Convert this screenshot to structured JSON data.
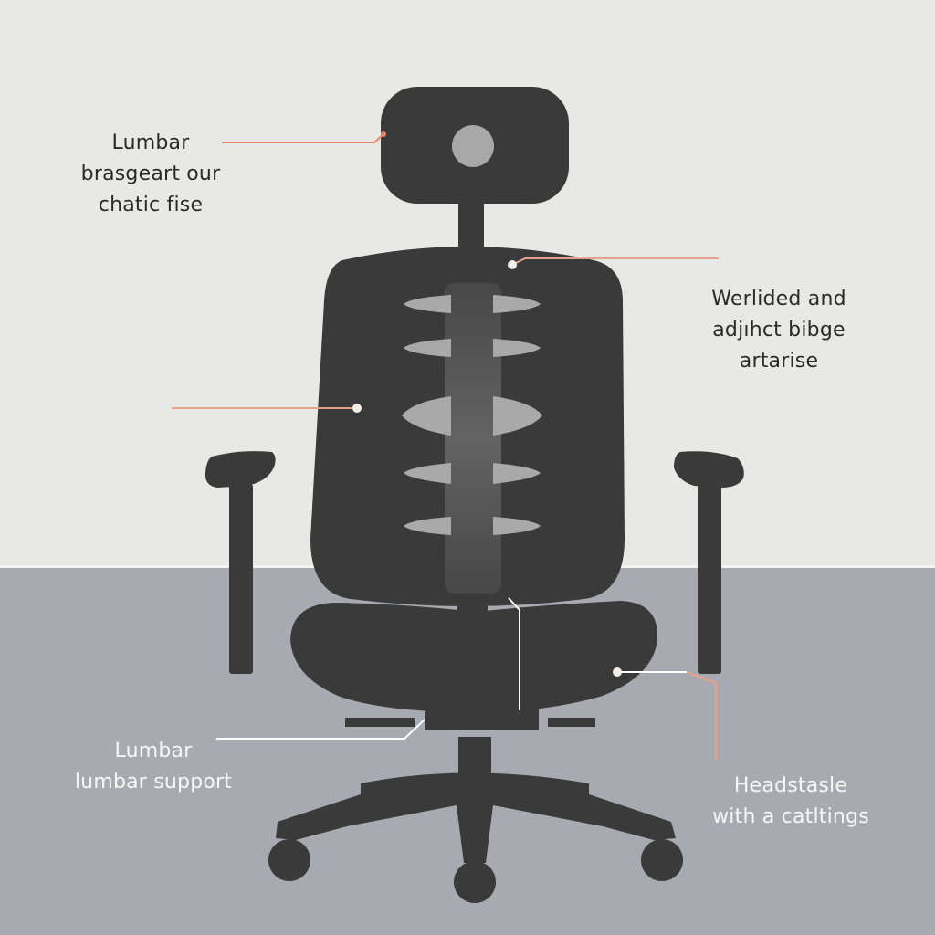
{
  "diagram": {
    "subject": "Ergonomic office chair with annotated callouts",
    "colors": {
      "wall": "#e8e8e7",
      "floor": "#a8aab2",
      "chair": "#3a3a3a",
      "lumbar_slats": "#a9a9a9",
      "headrest_dot": "#a8a8a8",
      "callout_accent": "#e8866a",
      "callout_white": "#ffffff"
    },
    "callouts": [
      {
        "id": "top-left",
        "lines": [
          "Lumbar",
          "brasgeart our",
          "chatic fise"
        ],
        "points_to": "headrest"
      },
      {
        "id": "right-upper",
        "lines": [
          "Werlided and",
          "adjıhct bibge",
          "artarise"
        ],
        "points_to": "backrest-top"
      },
      {
        "id": "left-middle",
        "lines": [],
        "points_to": "backrest-side"
      },
      {
        "id": "bottom-left",
        "lines": [
          "Lumbar",
          "lumbar support"
        ],
        "points_to": "seat-mechanism"
      },
      {
        "id": "bottom-right",
        "lines": [
          "Headstasle",
          "with a catltings"
        ],
        "points_to": "seat-cushion"
      }
    ],
    "parts": [
      "headrest",
      "headrest-post",
      "backrest",
      "lumbar-slats",
      "spine-channel",
      "armrest-left",
      "armrest-right",
      "seat",
      "seat-mechanism",
      "gas-cylinder",
      "five-star-base",
      "casters"
    ],
    "lumbar_slat_count": 5,
    "caster_count": 3
  }
}
